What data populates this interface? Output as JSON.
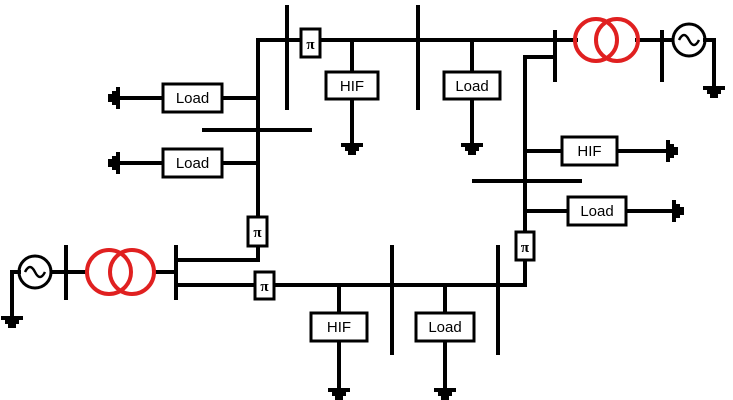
{
  "colors": {
    "line": "#000000",
    "transformer": "#e02020",
    "background": "#ffffff"
  },
  "labels": {
    "load": "Load",
    "hif": "HIF",
    "pi": "π"
  },
  "components": {
    "loads": [
      "Load",
      "Load",
      "Load",
      "Load",
      "Load"
    ],
    "hifs": [
      "HIF",
      "HIF",
      "HIF"
    ],
    "pi_sections": [
      "π",
      "π",
      "π",
      "π"
    ],
    "generators": [
      "generator-icon",
      "generator-icon"
    ],
    "transformers": [
      "transformer-icon",
      "transformer-icon"
    ]
  }
}
